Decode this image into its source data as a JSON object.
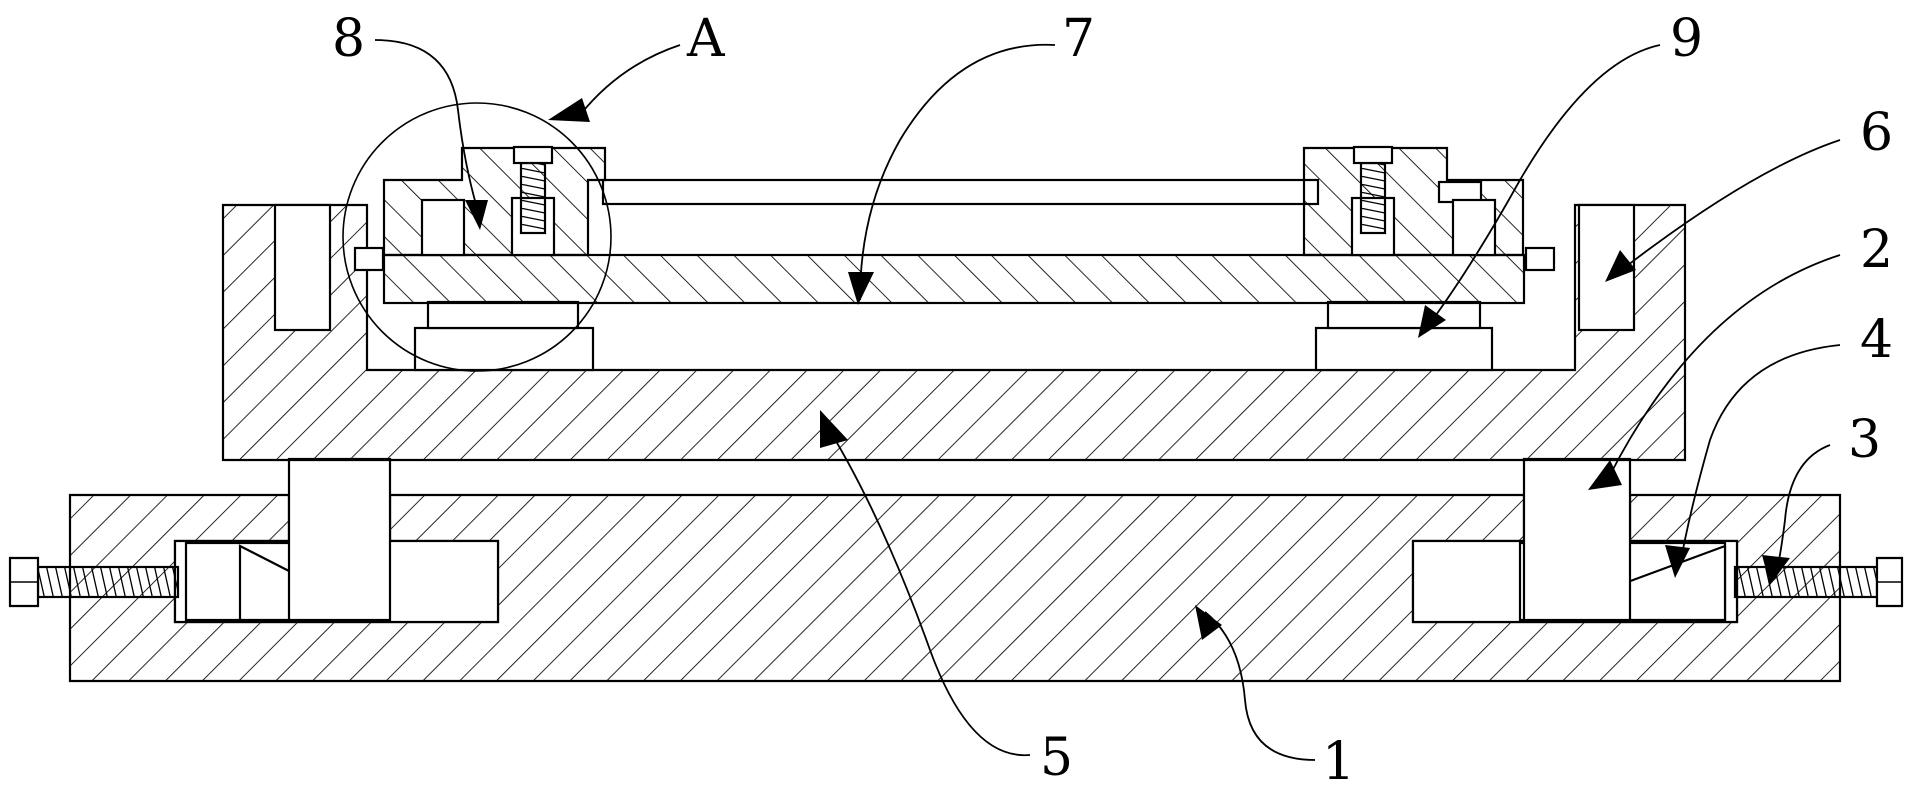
{
  "labels": {
    "l1": "1",
    "l2": "2",
    "l3": "3",
    "l4": "4",
    "l5": "5",
    "l6": "6",
    "l7": "7",
    "l8": "8",
    "l9": "9",
    "lA": "A"
  },
  "colors": {
    "line": "#000000",
    "background": "#ffffff"
  }
}
